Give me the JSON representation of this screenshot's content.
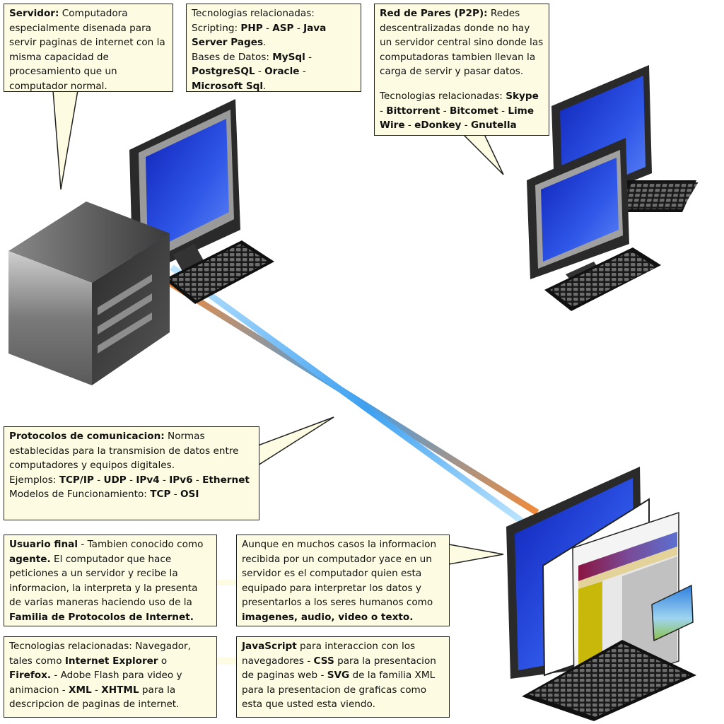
{
  "callouts": {
    "servidor": {
      "title": "Servidor:",
      "text": " Computadora especialmente disenada para servir paginas de internet con la misma capacidad de procesamiento que un computador normal."
    },
    "server_tech": {
      "intro": "Tecnologias relacionadas:",
      "scripting_label": "Scripting: ",
      "scripting": [
        "PHP",
        "ASP",
        "Java Server Pages"
      ],
      "db_label": "Bases de Datos: ",
      "databases": [
        "MySql",
        "PostgreSQL",
        "Oracle",
        "Microsoft Sql"
      ],
      "sep": " - ",
      "end": "."
    },
    "p2p": {
      "title": "Red de Pares (P2P):",
      "text": " Redes descentralizadas donde no hay un servidor central sino donde las computadoras tambien llevan la carga de servir y pasar datos.",
      "tech_label": "Tecnologias relacionadas: ",
      "tech": [
        "Skype",
        "Bittorrent",
        "Bitcomet",
        "Lime Wire",
        "eDonkey",
        "Gnutella"
      ],
      "sep": " - "
    },
    "protocolos": {
      "title": "Protocolos de comunicacion:",
      "text": " Normas establecidas para la transmision de datos entre computadores y equipos digitales.",
      "examples_label": "Ejemplos: ",
      "examples": [
        "TCP/IP",
        "UDP",
        "IPv4",
        "IPv6",
        "Ethernet"
      ],
      "models_label": "Modelos de Funcionamiento: ",
      "models": [
        "TCP",
        "OSI"
      ],
      "sep": " - "
    },
    "usuario": {
      "title": "Usuario final",
      "text1": " - Tambien conocido como ",
      "agente": "agente.",
      "text2": " El computador que hace peticiones a un servidor y recibe la informacion, la interpreta y la presenta de varias maneras haciendo uso de la ",
      "familia": "Familia de Protocolos de Internet."
    },
    "aunque": {
      "text": "Aunque en muchos  casos la informacion recibida por un computador yace en un servidor es el computador quien esta equipado para interpretar los datos y presentarlos a los seres humanos como ",
      "media": "imagenes, audio, video o texto."
    },
    "client_tech": {
      "t1": "Tecnologias relacionadas: Navegador, tales como ",
      "ie": "Internet Explorer",
      "o": " o ",
      "ff": "Firefox.",
      "t2": " - Adobe Flash para video y animacion - ",
      "xml": "XML",
      "sep": " - ",
      "xhtml": "XHTML",
      "t3": " para la descripcion de paginas de internet."
    },
    "js": {
      "js": "JavaScript",
      "t1": " para interaccion con los navegadores - ",
      "css": "CSS",
      "t2": " para la presentacion de paginas web - ",
      "svg": "SVG",
      "t3": " de la familia XML para la presentacion de graficas como esta que usted esta viendo."
    }
  },
  "colors": {
    "callout_bg": "#fdfbe1",
    "screen_blue": "#1a3fd6",
    "monitor_dark": "#2a2a2a",
    "link_orange": "#f08a3a",
    "link_blue": "#3ea0f0",
    "link_pink": "#d47ac8"
  }
}
